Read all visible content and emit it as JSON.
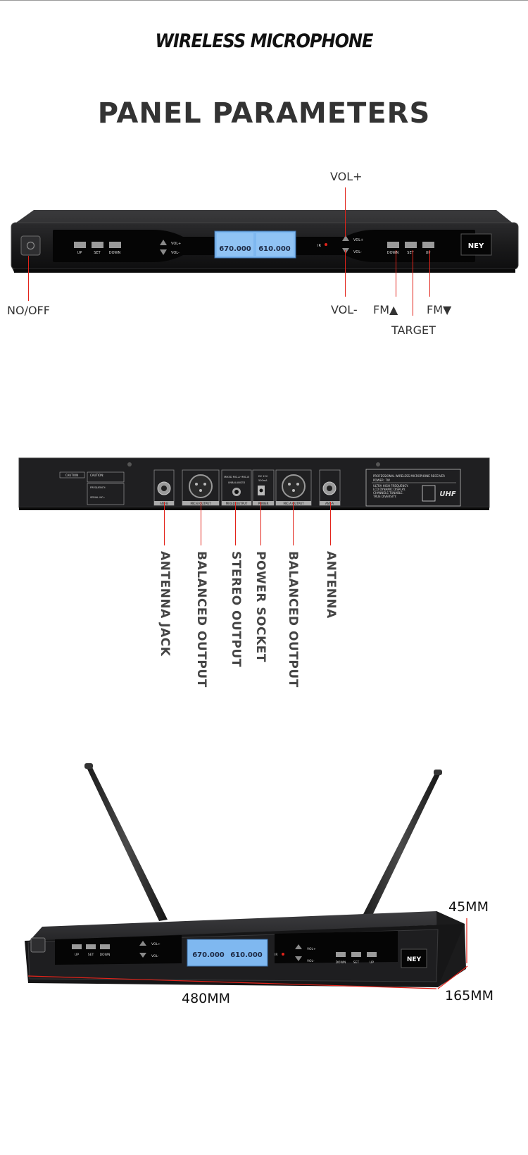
{
  "header": {
    "headline": "WIRELESS MICROPHONE",
    "title": "PANEL PARAMETERS"
  },
  "front_panel": {
    "brand": "NEY",
    "buttons": [
      "UP",
      "SET",
      "DOWN"
    ],
    "right_buttons": [
      "DOWN",
      "SET",
      "UP"
    ],
    "vol_up": "VOL+",
    "vol_down": "VOL-",
    "ir": "IR",
    "display_a": "670.000",
    "display_b": "610.000",
    "callouts": {
      "vol_plus": "VOL+",
      "power": "NO/OFF",
      "vol_minus": "VOL-",
      "fm_up": "FM▲",
      "fm_down": "FM▼",
      "target": "TARGET"
    }
  },
  "rear_panel": {
    "caution": "CAUTION",
    "freq_label": "FREQUENCY:",
    "serial_label": "SERIAL NO.:",
    "port_labels": [
      "ANT-B",
      "MIC-B OUTPUT",
      "MIXED OUTPUT",
      "POWER",
      "MIC-A OUTPUT",
      "ANT-A"
    ],
    "mixed_text": [
      "MIXED MIC-A+MIC-B",
      "UNBALANCED"
    ],
    "power_text": [
      "DC 12V",
      "500mA"
    ],
    "info_lines": [
      "PROFESSIONAL WIRELESS MICROPHONE RECEIVER",
      "POWER: 7W",
      "ULTRA HIGH FREQUENCY.",
      "LCD DYNAMIC DISPLAY.",
      "CHANNELS TUNABLE.",
      "TRUE DIVERSITY."
    ],
    "uhf": "UHF",
    "callouts": [
      "ANTENNA JACK",
      "BALANCED OUTPUT",
      "STEREO OUTPUT",
      "POWER SOCKET",
      "BALANCED OUTPUT",
      "ANTENNA"
    ]
  },
  "dimensions": {
    "height": "45MM",
    "width": "480MM",
    "depth": "165MM"
  },
  "colors": {
    "callout_line": "#e2231a",
    "lcd": "#7fb8f0",
    "chassis": "#1c1c1e"
  }
}
